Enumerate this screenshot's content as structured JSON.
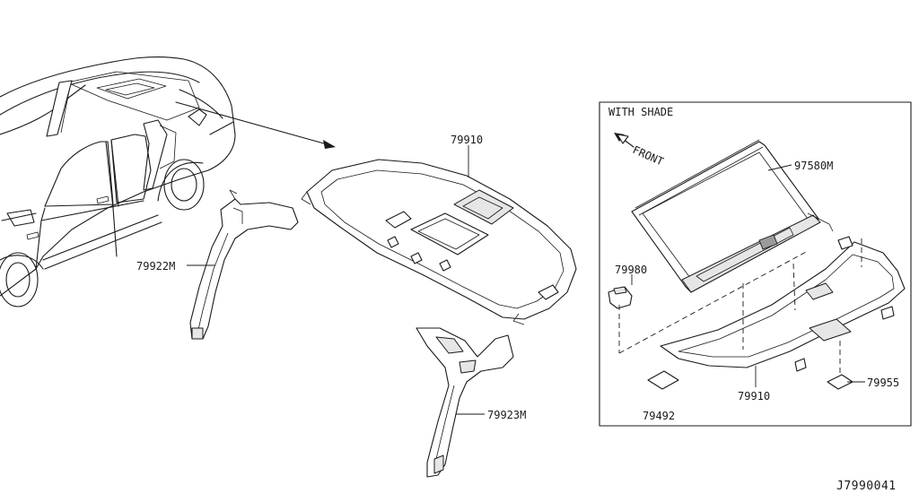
{
  "diagram": {
    "inset_title": "WITH SHADE",
    "front_label": "FRONT",
    "diagram_code": "J7990041",
    "parts": {
      "headlining_main": "79910",
      "headlining_inset": "79910",
      "pillar_left": "79922M",
      "pillar_right": "79923M",
      "sunshade": "97580M",
      "clip_bracket": "79980",
      "pad_left": "79492",
      "pad_right": "79955"
    }
  }
}
